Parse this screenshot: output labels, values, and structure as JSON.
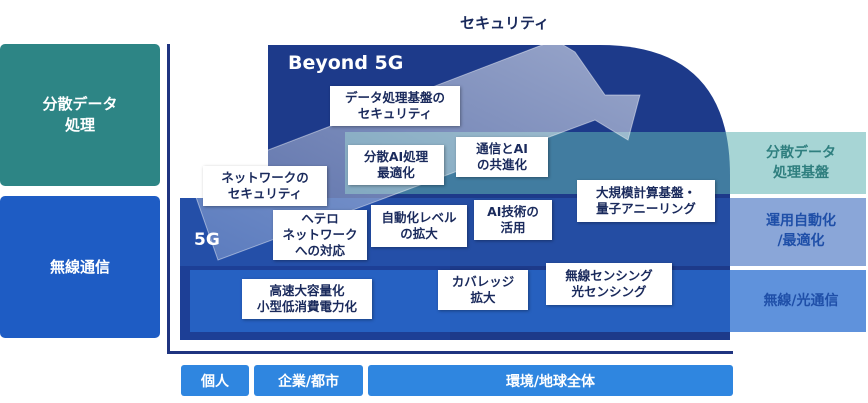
{
  "left_categories": [
    {
      "label": "分散データ\n処理",
      "color": "#2d8585"
    },
    {
      "label": "無線通信",
      "color": "#1e5cc4"
    }
  ],
  "top_label": "セキュリティ",
  "beyond_label": "Beyond 5G",
  "fiveg_label": "5G",
  "cards": [
    "データ処理基盤の\nセキュリティ",
    "分散AI処理\n最適化",
    "通信とAI\nの共進化",
    "ネットワークの\nセキュリティ",
    "ヘテロ\nネットワーク\nへの対応",
    "自動化レベル\nの拡大",
    "AI技術の\n活用",
    "大規模計算基盤・\n量子アニーリング",
    "高速大容量化\n小型低消費電力化",
    "カバレッジ\n拡大",
    "無線センシング\n光センシング"
  ],
  "right_labels": [
    {
      "label": "分散データ\n処理基盤",
      "color": "#2f7f7f"
    },
    {
      "label": "運用自動化\n/最適化",
      "color": "#1f4fa8"
    },
    {
      "label": "無線/光通信",
      "color": "#1f4fa8"
    }
  ],
  "bottom_axis": [
    "個人",
    "企業/都市",
    "環境/地球全体"
  ]
}
